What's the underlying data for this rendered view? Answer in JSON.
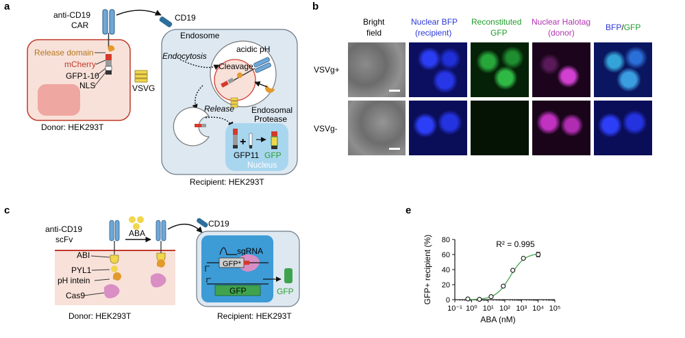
{
  "panels": {
    "a": {
      "letter": "a",
      "car_label_1": "anti-CD19",
      "car_label_2": "CAR",
      "cd19": "CD19",
      "endosome": "Endosome",
      "acidic_ph": "acidic pH",
      "endocytosis": "Endocytosis",
      "cleavage": "Cleavage",
      "release_domain": "Release domain",
      "mcherry": "mCherry",
      "gfp1_10": "GFP1-10",
      "nls": "NLS",
      "vsvg": "VSVG",
      "release": "Release",
      "endosomal_1": "Endosomal",
      "endosomal_2": "Protease",
      "gfp11": "GFP11",
      "gfp": "GFP",
      "nucleus": "Nucleus",
      "plus": "+",
      "donor": "Donor: HEK293T",
      "recipient": "Recipient: HEK293T"
    },
    "b": {
      "letter": "b",
      "col_bf_1": "Bright",
      "col_bf_2": "field",
      "col_bfp_1": "Nuclear BFP",
      "col_bfp_2": "(recipient)",
      "col_gfp_1": "Reconstituted",
      "col_gfp_2": "GFP",
      "col_halo_1": "Nuclear Halotag",
      "col_halo_2": "(donor)",
      "col_merge_a": "BFP",
      "col_merge_sep": "/",
      "col_merge_b": "GFP",
      "row_1": "VSVg+",
      "row_2": "VSVg-"
    },
    "c": {
      "letter": "c",
      "scfv_1": "anti-CD19",
      "scfv_2": "scFv",
      "aba": "ABA",
      "cd19": "CD19",
      "abi": "ABI",
      "pyl1": "PYL1",
      "ph_intein": "pH intein",
      "cas9": "Cas9",
      "sgrna": "sgRNA",
      "gfp_star": "GFP*",
      "gfp_box": "GFP",
      "gfp_out": "GFP",
      "donor": "Donor: HEK293T",
      "recipient": "Recipient: HEK293T"
    },
    "e": {
      "letter": "e"
    }
  },
  "colors": {
    "donor_fill": "#f8e1d9",
    "donor_stroke": "#c0392b",
    "recipient_fill": "#dde8f1",
    "nucleus_fill": "#a9d6ef",
    "car_blue": "#6fa8d6",
    "vsvg_yellow": "#f2d64b",
    "mcherry_red": "#d33a2c",
    "release_orange": "#e39a2b",
    "gfp_green": "#3fa34d",
    "bfp_text": "#2a36d6",
    "gfp_text": "#1f9b2a",
    "halo_text": "#b232b2",
    "cas9_pink": "#d98ec4",
    "recipient_c_fill": "#3d9bd6"
  },
  "chart_data": {
    "type": "scatter",
    "title": "",
    "xlabel": "ABA (nM)",
    "ylabel": "GFP+ recipient (%)",
    "xscale": "log",
    "xlim": [
      0.1,
      100000
    ],
    "ylim": [
      0,
      80
    ],
    "xticks": [
      0.1,
      1,
      10,
      100,
      1000,
      10000,
      100000
    ],
    "xtick_labels": [
      "10⁻¹",
      "10⁰",
      "10¹",
      "10²",
      "10³",
      "10⁴",
      "10⁵"
    ],
    "yticks": [
      0,
      20,
      40,
      60,
      80
    ],
    "ytick_labels": [
      "0",
      "20",
      "40",
      "60",
      "80"
    ],
    "annotation": "R² = 0.995",
    "points": [
      {
        "x": 0.6,
        "y": 1
      },
      {
        "x": 3,
        "y": 0.5
      },
      {
        "x": 15,
        "y": 4
      },
      {
        "x": 80,
        "y": 18
      },
      {
        "x": 300,
        "y": 39
      },
      {
        "x": 1300,
        "y": 55
      },
      {
        "x": 10000,
        "y": 60,
        "err": 3
      }
    ],
    "fit": {
      "type": "hill",
      "bottom": 0,
      "top": 62,
      "ec50": 210,
      "hill": 1.0
    },
    "grid": false,
    "legend": "none"
  }
}
